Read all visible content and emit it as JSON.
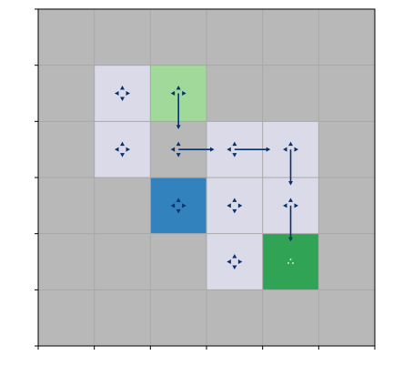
{
  "chart_data": {
    "type": "heatmap",
    "title": "",
    "xlabel": "",
    "ylabel": "",
    "grid_cols": 6,
    "grid_rows": 6,
    "grid": true,
    "tick_labels_x": [],
    "tick_labels_y": [],
    "colors": {
      "background": "#b8b8b8",
      "gridline": "#a9a9a9",
      "state": "#dadae8",
      "start": "#a1d99b",
      "goal": "#31a354",
      "agent": "#3182bd",
      "arrow": "#08306b",
      "goal_marker": "#ffffff"
    },
    "cells": [
      {
        "col": 1,
        "row": 1,
        "kind": "state",
        "arrows": {
          "up": 0,
          "down": 0,
          "left": 0,
          "right": 0
        }
      },
      {
        "col": 2,
        "row": 1,
        "kind": "start",
        "arrows": {
          "up": 0,
          "down": 1,
          "left": 0,
          "right": 0
        }
      },
      {
        "col": 1,
        "row": 2,
        "kind": "state",
        "arrows": {
          "up": 0,
          "down": 0,
          "left": 0,
          "right": 0
        }
      },
      {
        "col": 2,
        "row": 2,
        "kind": "empty",
        "arrows": {
          "up": 0,
          "down": 0,
          "left": 0,
          "right": 1
        }
      },
      {
        "col": 3,
        "row": 2,
        "kind": "state",
        "arrows": {
          "up": 0,
          "down": 0,
          "left": 0,
          "right": 1
        }
      },
      {
        "col": 4,
        "row": 2,
        "kind": "state",
        "arrows": {
          "up": 0,
          "down": 1,
          "left": 0,
          "right": 0
        }
      },
      {
        "col": 2,
        "row": 3,
        "kind": "agent",
        "arrows": {
          "up": 0,
          "down": 0,
          "left": 0,
          "right": 0
        }
      },
      {
        "col": 3,
        "row": 3,
        "kind": "state",
        "arrows": {
          "up": 0,
          "down": 0,
          "left": 0,
          "right": 0
        }
      },
      {
        "col": 4,
        "row": 3,
        "kind": "state",
        "arrows": {
          "up": 0,
          "down": 1,
          "left": 0,
          "right": 0
        }
      },
      {
        "col": 3,
        "row": 4,
        "kind": "state",
        "arrows": {
          "up": 0,
          "down": 0,
          "left": 0,
          "right": 0
        }
      },
      {
        "col": 4,
        "row": 4,
        "kind": "goal",
        "arrows": null
      }
    ]
  }
}
